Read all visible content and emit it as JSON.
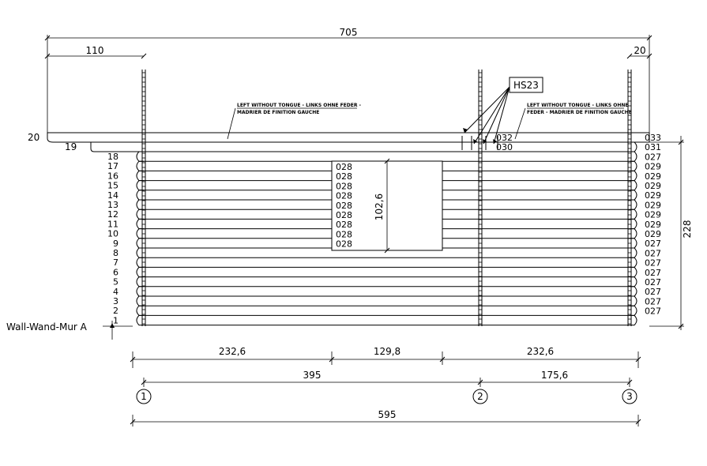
{
  "dims": {
    "total_width": "705",
    "left_overhang": "110",
    "right_overhang": "20",
    "left_20": "20",
    "left_19": "19",
    "wall_height": "228",
    "window_height": "102,6",
    "seg_left": "232,6",
    "seg_mid": "129,8",
    "seg_right": "232,6",
    "axis_1_2": "395",
    "axis_2_3": "175,6",
    "axis_total": "595"
  },
  "axes": [
    "1",
    "2",
    "3"
  ],
  "hs_label": "HS23",
  "wall_label": "Wall-Wand-Mur A",
  "note_left": [
    "LEFT WITHOUT TONGUE - LINKS OHNE FEDER -",
    "MADRIER DE FINITION GAUCHE"
  ],
  "note_right": [
    "LEFT WITHOUT TONGUE - LINKS OHNE",
    "FEDER - MADRIER DE FINITION GAUCHE"
  ],
  "row_numbers": [
    "18",
    "17",
    "16",
    "15",
    "14",
    "13",
    "12",
    "11",
    "10",
    "9",
    "8",
    "7",
    "6",
    "5",
    "4",
    "3",
    "2",
    "1"
  ],
  "right_codes": [
    "033",
    "031",
    "027",
    "029",
    "029",
    "029",
    "029",
    "029",
    "029",
    "029",
    "029",
    "027",
    "027",
    "027",
    "027",
    "027",
    "027",
    "027",
    "027"
  ],
  "window_codes": [
    "028",
    "028",
    "028",
    "028",
    "028",
    "028",
    "028",
    "028",
    "028"
  ],
  "post_codes": [
    "032",
    "030"
  ]
}
